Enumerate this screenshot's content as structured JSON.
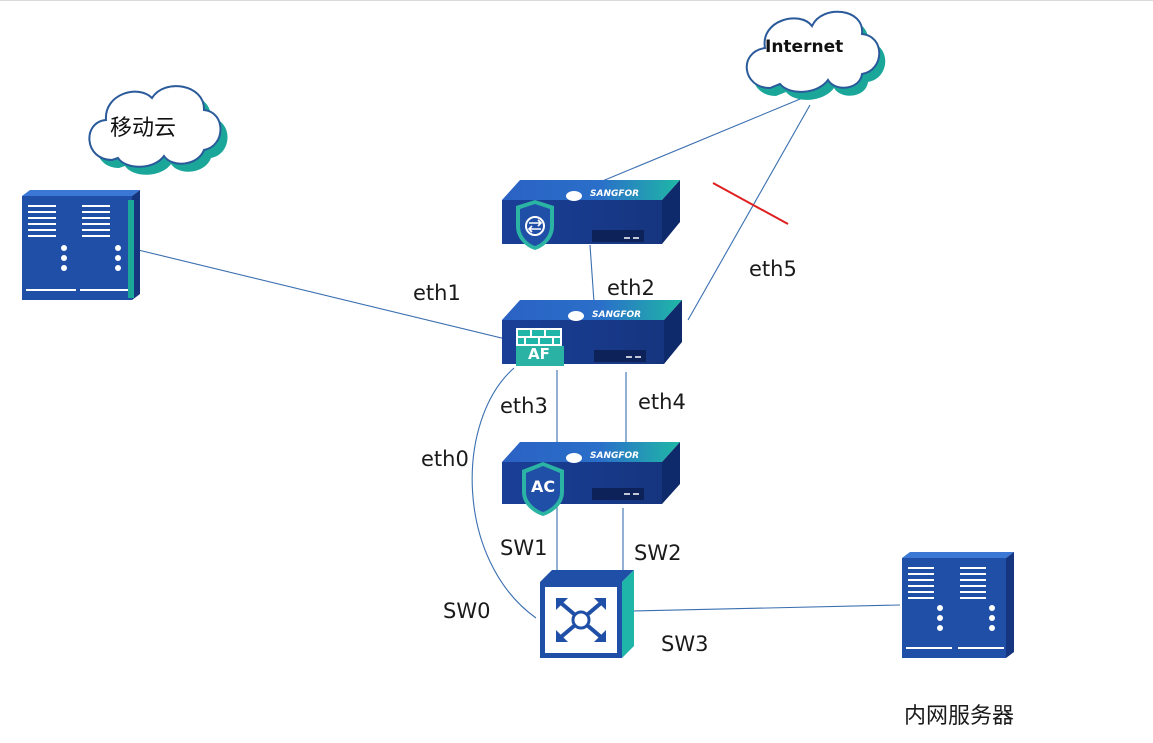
{
  "clouds": {
    "internet": "Internet",
    "mobile_cloud": "移动云"
  },
  "devices": {
    "top_device_brand": "SANGFOR",
    "af_device_brand": "SANGFOR",
    "af_badge": "AF",
    "ac_device_brand": "SANGFOR",
    "ac_badge": "AC"
  },
  "links": {
    "eth0": "eth0",
    "eth1": "eth1",
    "eth2": "eth2",
    "eth3": "eth3",
    "eth4": "eth4",
    "eth5": "eth5",
    "sw0": "SW0",
    "sw1": "SW1",
    "sw2": "SW2",
    "sw3": "SW3"
  },
  "labels": {
    "intranet_servers": "内网服务器"
  },
  "colors": {
    "link_line": "#3a6fb0",
    "broken_mark": "#e02020",
    "device_blue": "#1f4fa6",
    "device_teal": "#1fb5a8",
    "cloud_outline": "#2a5a9a"
  }
}
